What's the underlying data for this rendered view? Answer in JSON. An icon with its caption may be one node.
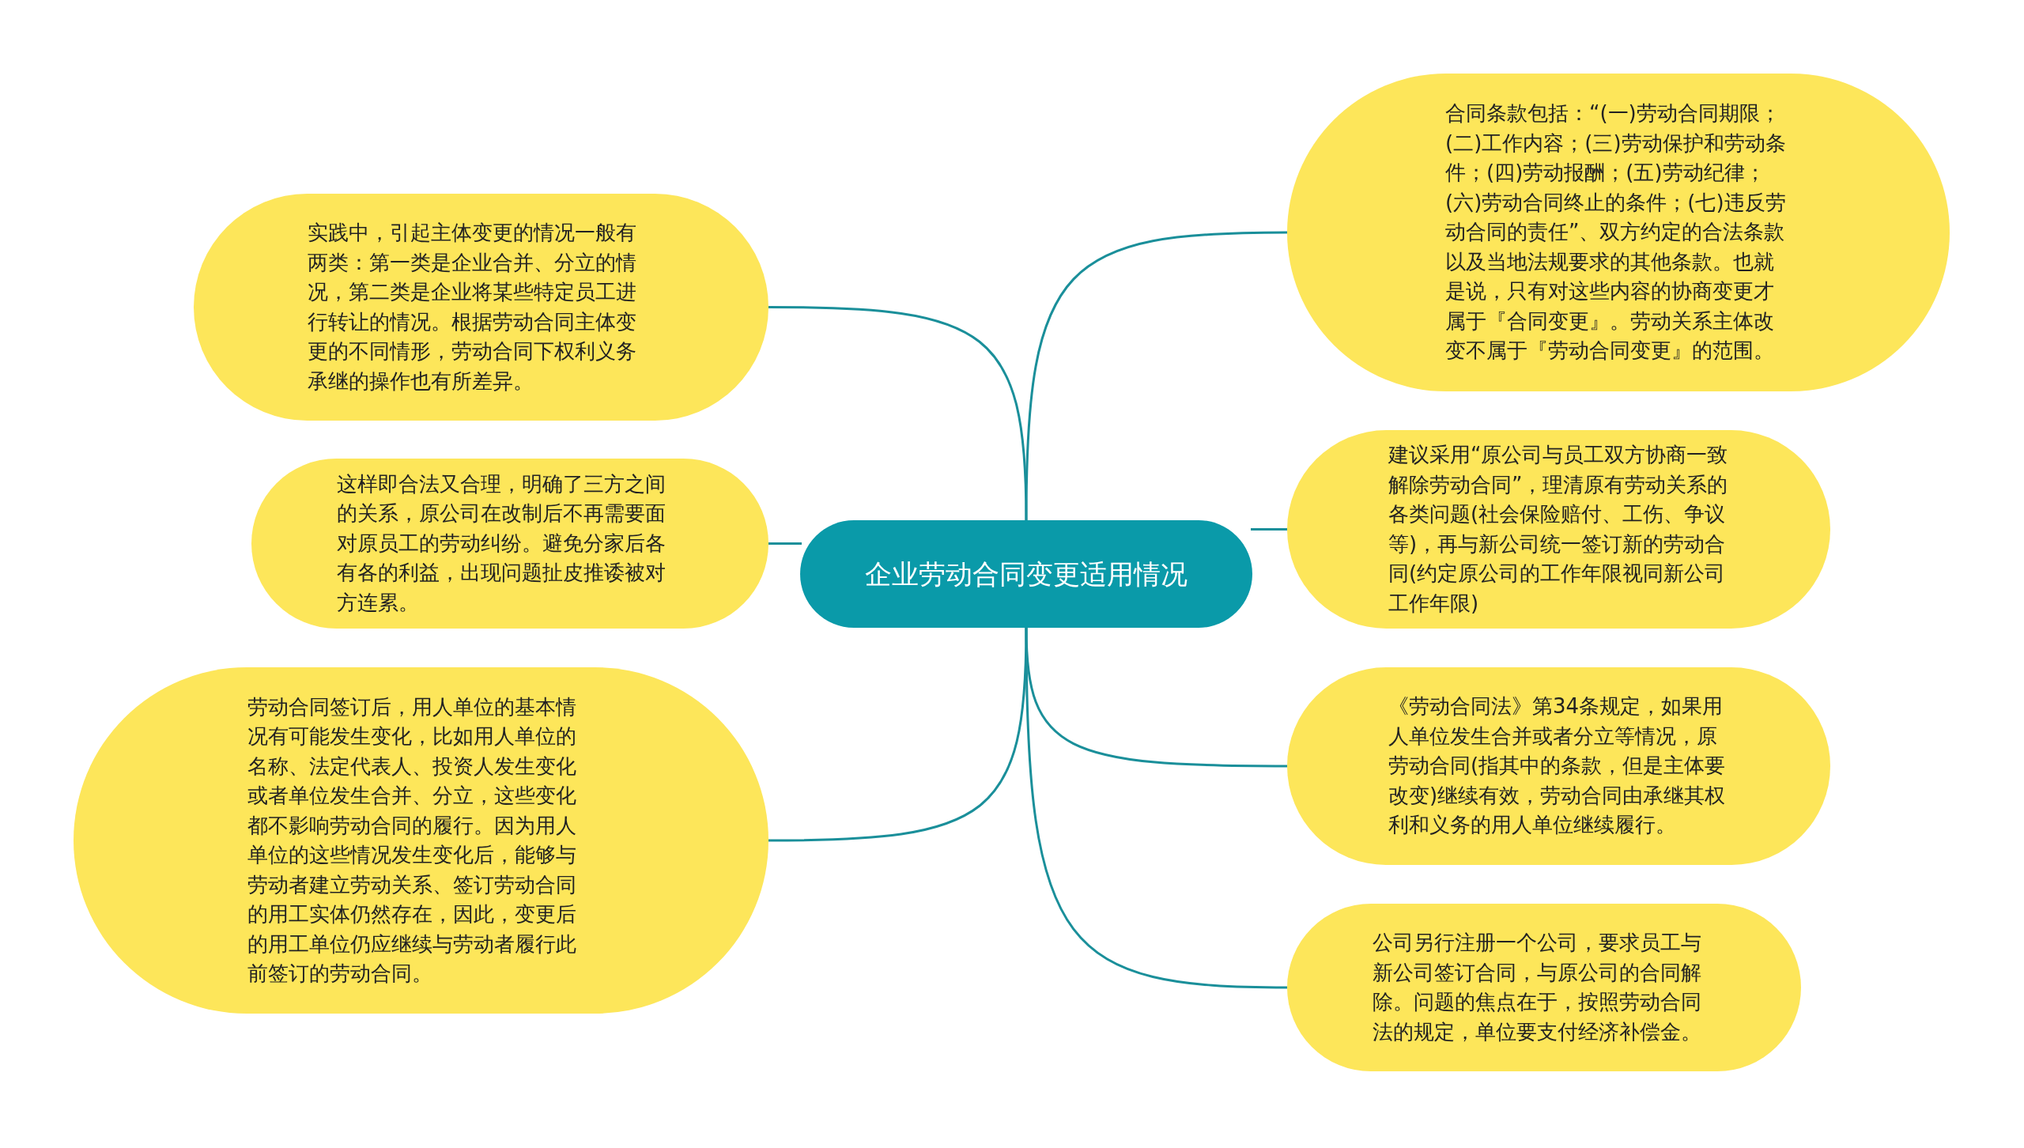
{
  "diagram": {
    "nodes": [
      {
        "text": [
          "企业劳动合同变更适用情况"
        ]
      },
      {
        "text": [
          "实践中，引起主体变更的情况一般有两类：第一类是企业合并、分立的情况，第二类是企业将某些特定员工进行转让的情况。根据劳动合同主体变更的不同情形，劳动合同下权利义务承继的操作也有所差异。"
        ]
      },
      {
        "text": [
          "这样即合法又合理，明确了三方之间的关系，原公司在改制后不再需要面对原员工的劳动纠纷。避免分家后各有各的利益，出现问题扯皮推诿被对方连累。"
        ]
      },
      {
        "text": [
          "劳动合同签订后，用人单位的基本情况有可能发生变化，比如用人单位的名称、法定代表人、投资人发生变化或者单位发生合并、分立，这些变化都不影响劳动合同的履行。因为用人单位的这些情况发生变化后，能够与劳动者建立劳动关系、签订劳动合同的用工实体仍然存在，因此，变更后的用工单位仍应继续与劳动者履行此前签订的劳动合同。"
        ]
      },
      {
        "text": [
          "合同条款包括：“(一)劳动合同期限；(二)工作内容；(三)劳动保护和劳动条件；(四)劳动报酬；(五)劳动纪律；(六)劳动合同终止的条件；(七)违反劳动合同的责任”、双方约定的合法条款以及当地法规要求的其他条款。也就是说，只有对这些内容的协商变更才属于『合同变更』。劳动关系主体改变不属于『劳动合同变更』的范围。"
        ]
      },
      {
        "text": [
          "建议采用“原公司与员工双方协商一致解除劳动合同”，理清原有劳动关系的各类问题(社会保险赔付、工伤、争议等)，再与新公司统一签订新的劳动合同(约定原公司的工作年限视同新公司工作年限)"
        ]
      },
      {
        "text": [
          "《劳动合同法》第34条规定，如果用人单位发生合并或者分立等情况，原劳动合同(指其中的条款，但是主体要改变)继续有效，劳动合同由承继其权利和义务的用人单位继续履行。"
        ]
      },
      {
        "text": [
          "公司另行注册一个公司，要求员工与新公司签订合同，与原公司的合同解除。问题的焦点在于，按照劳动合同法的规定，单位要支付经济补偿金。"
        ]
      }
    ],
    "edges": [
      {
        "from": 0,
        "to": 1,
        "arrow": "none"
      },
      {
        "from": 0,
        "to": 2,
        "arrow": "none"
      },
      {
        "from": 0,
        "to": 3,
        "arrow": "none"
      },
      {
        "from": 0,
        "to": 4,
        "arrow": "none"
      },
      {
        "from": 0,
        "to": 5,
        "arrow": "none"
      },
      {
        "from": 0,
        "to": 6,
        "arrow": "none"
      },
      {
        "from": 0,
        "to": 7,
        "arrow": "none"
      }
    ]
  }
}
